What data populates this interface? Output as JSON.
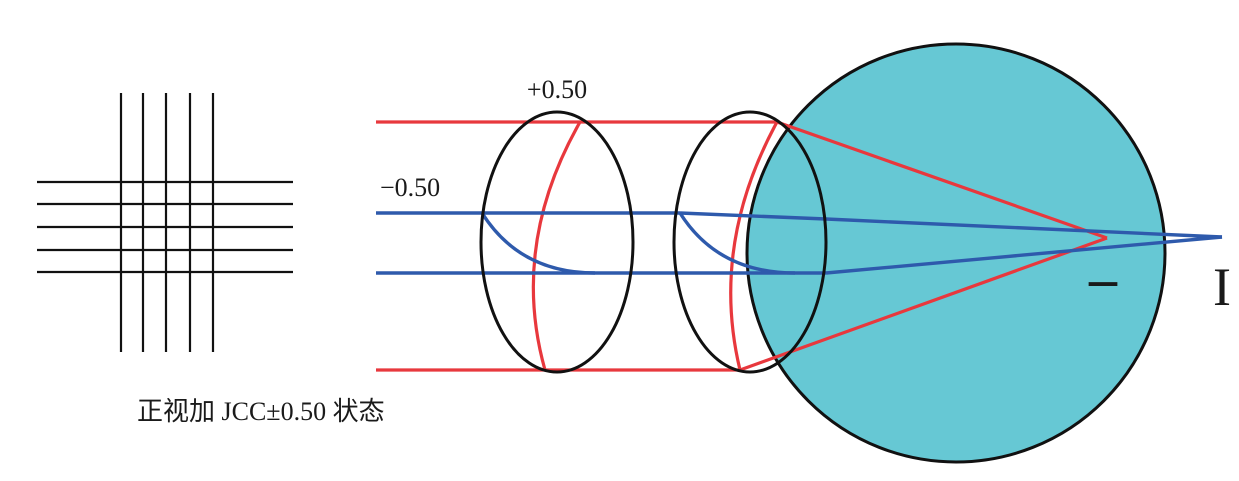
{
  "labels": {
    "plus_power": "+0.50",
    "minus_power": "−0.50",
    "caption": "正视加 JCC±0.50 状态",
    "focal_horizontal": "–",
    "focal_vertical": "I"
  },
  "colors": {
    "eye_fill": "#66c8d4",
    "red_ray": "#e8383d",
    "blue_ray": "#2e5aac",
    "outline": "#111111"
  }
}
